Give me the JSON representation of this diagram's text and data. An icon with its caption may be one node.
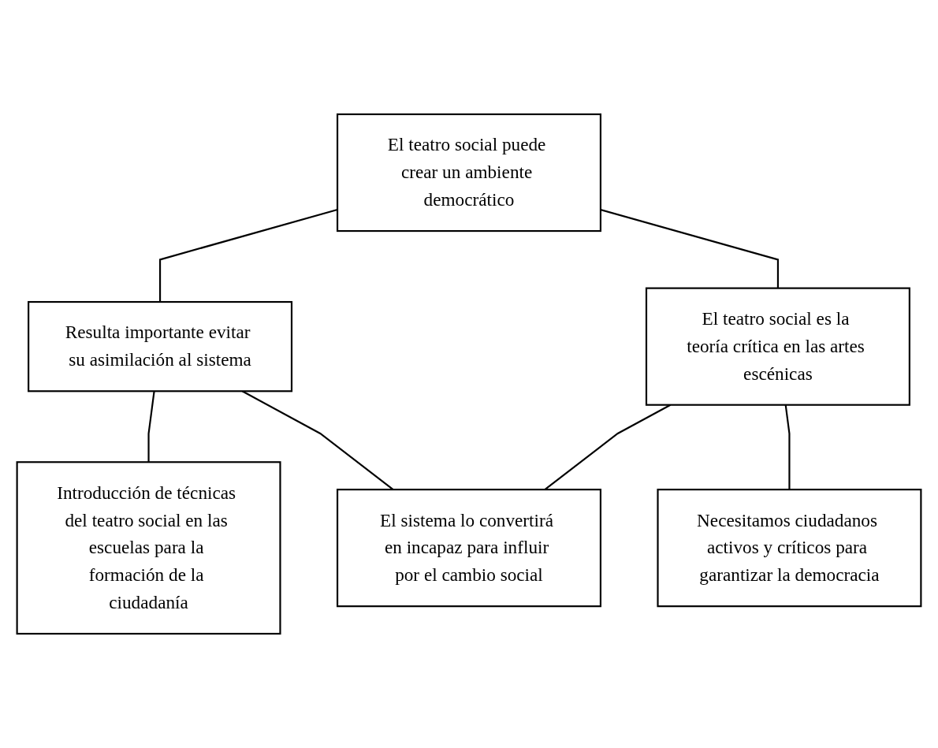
{
  "diagram": {
    "nodes": [
      {
        "text": [
          "El teatro social puede crear un ambiente democrático"
        ]
      },
      {
        "text": [
          "Resulta importante evitar su asimilación al sistema"
        ]
      },
      {
        "text": [
          "Introducción de técnicas del teatro social en las escuelas para la formación de la ciudadanía"
        ]
      },
      {
        "text": [
          "El teatro social es la teoría crítica en las artes escénicas"
        ]
      },
      {
        "text": [
          "El sistema lo convertirá en incapaz para influir por el cambio social"
        ]
      },
      {
        "text": [
          "Necesitamos ciudadanos activos y críticos para garantizar la democracia"
        ]
      }
    ],
    "edges": [
      {
        "from": 0,
        "to": 1,
        "arrow": "none"
      },
      {
        "from": 0,
        "to": 3,
        "arrow": "none"
      },
      {
        "from": 1,
        "to": 2,
        "arrow": "none"
      },
      {
        "from": 1,
        "to": 4,
        "arrow": "none"
      },
      {
        "from": 3,
        "to": 4,
        "arrow": "none"
      },
      {
        "from": 3,
        "to": 5,
        "arrow": "none"
      }
    ]
  }
}
